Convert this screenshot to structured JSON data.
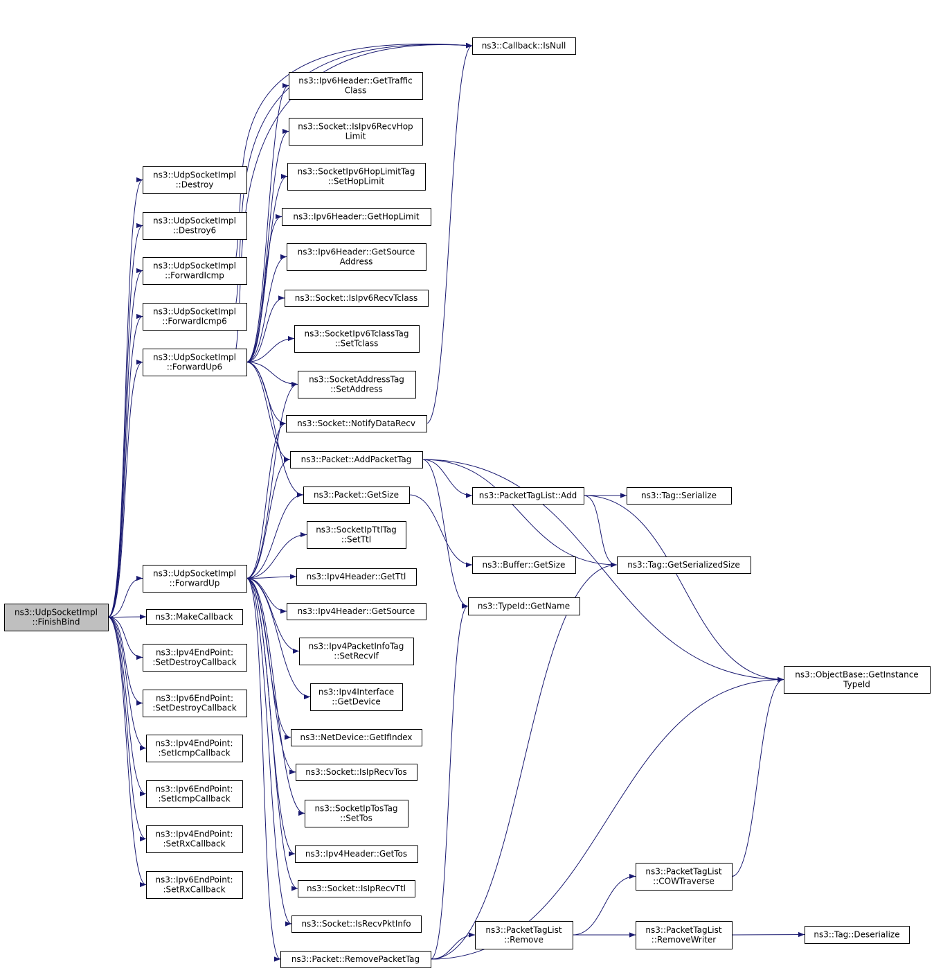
{
  "diagram": {
    "type": "call-graph",
    "edge_color": "#191970",
    "root_fill": "#bfbfbf",
    "nodes": [
      {
        "id": "finishbind",
        "lines": [
          "ns3::UdpSocketImpl",
          "::FinishBind"
        ],
        "root": true
      },
      {
        "id": "destroy",
        "lines": [
          "ns3::UdpSocketImpl",
          "::Destroy"
        ]
      },
      {
        "id": "destroy6",
        "lines": [
          "ns3::UdpSocketImpl",
          "::Destroy6"
        ]
      },
      {
        "id": "forwardicmp",
        "lines": [
          "ns3::UdpSocketImpl",
          "::ForwardIcmp"
        ]
      },
      {
        "id": "forwardicmp6",
        "lines": [
          "ns3::UdpSocketImpl",
          "::ForwardIcmp6"
        ]
      },
      {
        "id": "forwardup6",
        "lines": [
          "ns3::UdpSocketImpl",
          "::ForwardUp6"
        ]
      },
      {
        "id": "forwardup",
        "lines": [
          "ns3::UdpSocketImpl",
          "::ForwardUp"
        ]
      },
      {
        "id": "makecallback",
        "lines": [
          "ns3::MakeCallback"
        ]
      },
      {
        "id": "ipv4ep_setdestroy",
        "lines": [
          "ns3::Ipv4EndPoint:",
          ":SetDestroyCallback"
        ]
      },
      {
        "id": "ipv6ep_setdestroy",
        "lines": [
          "ns3::Ipv6EndPoint:",
          ":SetDestroyCallback"
        ]
      },
      {
        "id": "ipv4ep_seticmp",
        "lines": [
          "ns3::Ipv4EndPoint:",
          ":SetIcmpCallback"
        ]
      },
      {
        "id": "ipv6ep_seticmp",
        "lines": [
          "ns3::Ipv6EndPoint:",
          ":SetIcmpCallback"
        ]
      },
      {
        "id": "ipv4ep_setrx",
        "lines": [
          "ns3::Ipv4EndPoint:",
          ":SetRxCallback"
        ]
      },
      {
        "id": "ipv6ep_setrx",
        "lines": [
          "ns3::Ipv6EndPoint:",
          ":SetRxCallback"
        ]
      },
      {
        "id": "callback_isnull",
        "lines": [
          "ns3::Callback::IsNull"
        ]
      },
      {
        "id": "ipv6h_gettraffic",
        "lines": [
          "ns3::Ipv6Header::GetTraffic",
          "Class"
        ]
      },
      {
        "id": "socket_isipv6recvhop",
        "lines": [
          "ns3::Socket::IsIpv6RecvHop",
          "Limit"
        ]
      },
      {
        "id": "ipv6hoptag_set",
        "lines": [
          "ns3::SocketIpv6HopLimitTag",
          "::SetHopLimit"
        ]
      },
      {
        "id": "ipv6h_gethoplimit",
        "lines": [
          "ns3::Ipv6Header::GetHopLimit"
        ]
      },
      {
        "id": "ipv6h_getsource",
        "lines": [
          "ns3::Ipv6Header::GetSource",
          "Address"
        ]
      },
      {
        "id": "socket_isipv6recvtclass",
        "lines": [
          "ns3::Socket::IsIpv6RecvTclass"
        ]
      },
      {
        "id": "ipv6tclasstag_set",
        "lines": [
          "ns3::SocketIpv6TclassTag",
          "::SetTclass"
        ]
      },
      {
        "id": "addrtag_set",
        "lines": [
          "ns3::SocketAddressTag",
          "::SetAddress"
        ]
      },
      {
        "id": "socket_notify",
        "lines": [
          "ns3::Socket::NotifyDataRecv"
        ]
      },
      {
        "id": "packet_addtag",
        "lines": [
          "ns3::Packet::AddPacketTag"
        ]
      },
      {
        "id": "packet_getsize",
        "lines": [
          "ns3::Packet::GetSize"
        ]
      },
      {
        "id": "ipttltag_set",
        "lines": [
          "ns3::SocketIpTtlTag",
          "::SetTtl"
        ]
      },
      {
        "id": "ipv4h_getttl",
        "lines": [
          "ns3::Ipv4Header::GetTtl"
        ]
      },
      {
        "id": "ipv4h_getsource",
        "lines": [
          "ns3::Ipv4Header::GetSource"
        ]
      },
      {
        "id": "ipv4pktinfo_set",
        "lines": [
          "ns3::Ipv4PacketInfoTag",
          "::SetRecvIf"
        ]
      },
      {
        "id": "ipv4if_getdevice",
        "lines": [
          "ns3::Ipv4Interface",
          "::GetDevice"
        ]
      },
      {
        "id": "netdev_getifindex",
        "lines": [
          "ns3::NetDevice::GetIfIndex"
        ]
      },
      {
        "id": "socket_isiprecvtos",
        "lines": [
          "ns3::Socket::IsIpRecvTos"
        ]
      },
      {
        "id": "iptostag_set",
        "lines": [
          "ns3::SocketIpTosTag",
          "::SetTos"
        ]
      },
      {
        "id": "ipv4h_gettos",
        "lines": [
          "ns3::Ipv4Header::GetTos"
        ]
      },
      {
        "id": "socket_isiprecvttl",
        "lines": [
          "ns3::Socket::IsIpRecvTtl"
        ]
      },
      {
        "id": "socket_isrecvpktinfo",
        "lines": [
          "ns3::Socket::IsRecvPktInfo"
        ]
      },
      {
        "id": "packet_removetag",
        "lines": [
          "ns3::Packet::RemovePacketTag"
        ]
      },
      {
        "id": "ptl_add",
        "lines": [
          "ns3::PacketTagList::Add"
        ]
      },
      {
        "id": "buffer_getsize",
        "lines": [
          "ns3::Buffer::GetSize"
        ]
      },
      {
        "id": "typeid_getname",
        "lines": [
          "ns3::TypeId::GetName"
        ]
      },
      {
        "id": "tag_serialize",
        "lines": [
          "ns3::Tag::Serialize"
        ]
      },
      {
        "id": "tag_getsersize",
        "lines": [
          "ns3::Tag::GetSerializedSize"
        ]
      },
      {
        "id": "objbase_getinst",
        "lines": [
          "ns3::ObjectBase::GetInstance",
          "TypeId"
        ]
      },
      {
        "id": "ptl_cow",
        "lines": [
          "ns3::PacketTagList",
          "::COWTraverse"
        ]
      },
      {
        "id": "ptl_remove",
        "lines": [
          "ns3::PacketTagList",
          "::Remove"
        ]
      },
      {
        "id": "ptl_removewriter",
        "lines": [
          "ns3::PacketTagList",
          "::RemoveWriter"
        ]
      },
      {
        "id": "tag_deserialize",
        "lines": [
          "ns3::Tag::Deserialize"
        ]
      }
    ],
    "edges": [
      [
        "finishbind",
        "destroy"
      ],
      [
        "finishbind",
        "destroy6"
      ],
      [
        "finishbind",
        "forwardicmp"
      ],
      [
        "finishbind",
        "forwardicmp6"
      ],
      [
        "finishbind",
        "forwardup6"
      ],
      [
        "finishbind",
        "forwardup"
      ],
      [
        "finishbind",
        "makecallback"
      ],
      [
        "finishbind",
        "ipv4ep_setdestroy"
      ],
      [
        "finishbind",
        "ipv6ep_setdestroy"
      ],
      [
        "finishbind",
        "ipv4ep_seticmp"
      ],
      [
        "finishbind",
        "ipv6ep_seticmp"
      ],
      [
        "finishbind",
        "ipv4ep_setrx"
      ],
      [
        "finishbind",
        "ipv6ep_setrx"
      ],
      [
        "forwardicmp",
        "callback_isnull"
      ],
      [
        "forwardicmp6",
        "callback_isnull"
      ],
      [
        "forwardup6",
        "callback_isnull"
      ],
      [
        "forwardup6",
        "ipv6h_gettraffic"
      ],
      [
        "forwardup6",
        "socket_isipv6recvhop"
      ],
      [
        "forwardup6",
        "ipv6hoptag_set"
      ],
      [
        "forwardup6",
        "ipv6h_gethoplimit"
      ],
      [
        "forwardup6",
        "ipv6h_getsource"
      ],
      [
        "forwardup6",
        "socket_isipv6recvtclass"
      ],
      [
        "forwardup6",
        "ipv6tclasstag_set"
      ],
      [
        "forwardup6",
        "addrtag_set"
      ],
      [
        "forwardup6",
        "socket_notify"
      ],
      [
        "forwardup6",
        "packet_addtag"
      ],
      [
        "forwardup6",
        "packet_getsize"
      ],
      [
        "forwardup",
        "addrtag_set"
      ],
      [
        "forwardup",
        "socket_notify"
      ],
      [
        "forwardup",
        "packet_addtag"
      ],
      [
        "forwardup",
        "packet_getsize"
      ],
      [
        "forwardup",
        "ipttltag_set"
      ],
      [
        "forwardup",
        "ipv4h_getttl"
      ],
      [
        "forwardup",
        "ipv4h_getsource"
      ],
      [
        "forwardup",
        "ipv4pktinfo_set"
      ],
      [
        "forwardup",
        "ipv4if_getdevice"
      ],
      [
        "forwardup",
        "netdev_getifindex"
      ],
      [
        "forwardup",
        "socket_isiprecvtos"
      ],
      [
        "forwardup",
        "iptostag_set"
      ],
      [
        "forwardup",
        "ipv4h_gettos"
      ],
      [
        "forwardup",
        "socket_isiprecvttl"
      ],
      [
        "forwardup",
        "socket_isrecvpktinfo"
      ],
      [
        "forwardup",
        "packet_removetag"
      ],
      [
        "socket_notify",
        "callback_isnull"
      ],
      [
        "packet_addtag",
        "ptl_add"
      ],
      [
        "packet_addtag",
        "typeid_getname"
      ],
      [
        "packet_addtag",
        "tag_getsersize"
      ],
      [
        "packet_addtag",
        "objbase_getinst"
      ],
      [
        "packet_getsize",
        "buffer_getsize"
      ],
      [
        "ptl_add",
        "tag_serialize"
      ],
      [
        "ptl_add",
        "tag_getsersize"
      ],
      [
        "ptl_add",
        "objbase_getinst"
      ],
      [
        "packet_removetag",
        "ptl_remove"
      ],
      [
        "packet_removetag",
        "typeid_getname"
      ],
      [
        "packet_removetag",
        "tag_getsersize"
      ],
      [
        "packet_removetag",
        "objbase_getinst"
      ],
      [
        "ptl_remove",
        "ptl_cow"
      ],
      [
        "ptl_remove",
        "ptl_removewriter"
      ],
      [
        "ptl_cow",
        "objbase_getinst"
      ],
      [
        "ptl_removewriter",
        "tag_deserialize"
      ]
    ]
  }
}
